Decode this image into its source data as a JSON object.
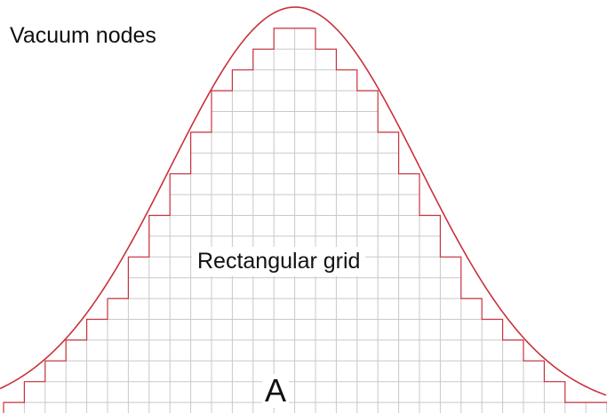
{
  "labels": {
    "vacuum_nodes": "Vacuum nodes",
    "rectangular_grid": "Rectangular grid",
    "region": "A"
  },
  "colors": {
    "grid_line": "#c9c9c9",
    "boundary": "#c8323c",
    "text": "#111111",
    "background": "#ffffff"
  }
}
